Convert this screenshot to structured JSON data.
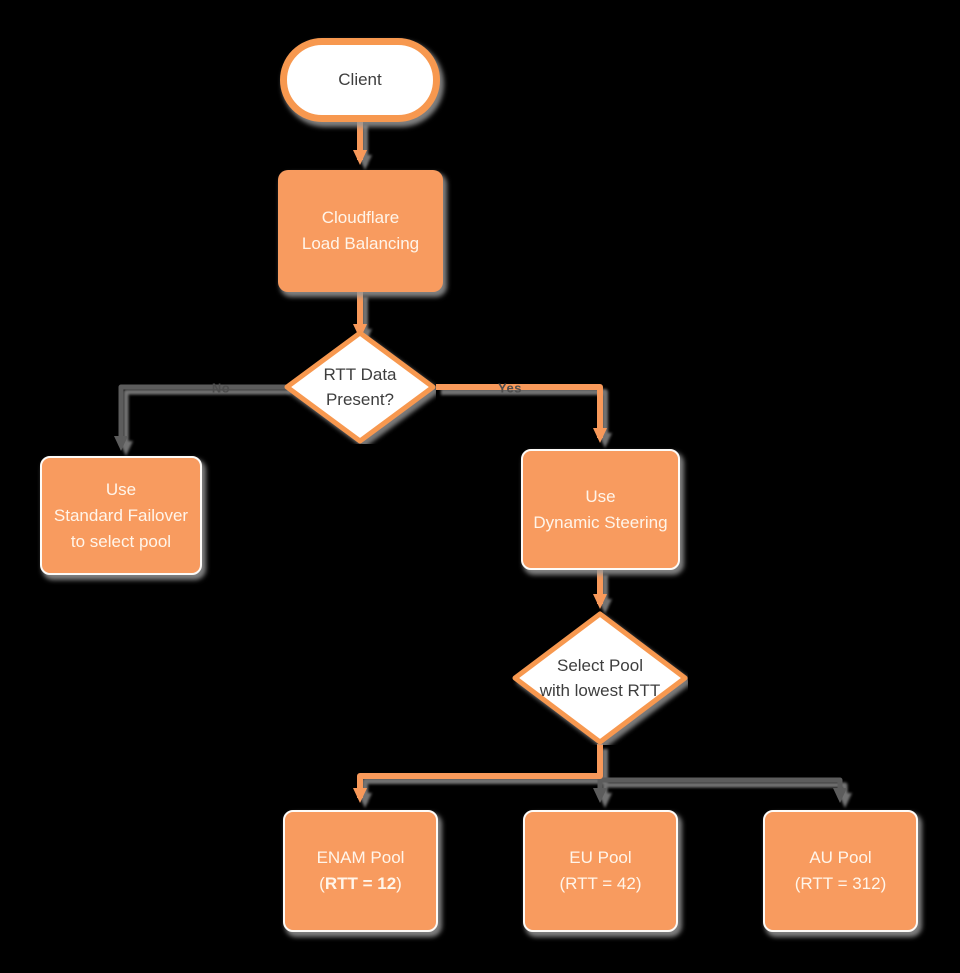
{
  "diagram": {
    "title": "Cloudflare Load Balancing flowchart",
    "colors": {
      "background": "#000000",
      "orange_fill": "#F89B5F",
      "orange_stroke": "#F7984F",
      "gray_connector": "#5B5B5B",
      "shadow_gray": "#8F8F8F",
      "text_on_orange": "#FFF5EA",
      "text_dark": "#3E3E3E",
      "edge_label_gray": "#4D4D4D"
    }
  },
  "nodes": {
    "client": {
      "label": "Client"
    },
    "cloudflare": {
      "lines": [
        "Cloudflare",
        "Load Balancing"
      ]
    },
    "rtt_decision": {
      "lines": [
        "RTT Data",
        "Present?"
      ]
    },
    "standard_failover": {
      "lines": [
        "Use",
        "Standard Failover",
        "to select pool"
      ]
    },
    "dynamic_steering": {
      "lines": [
        "Use",
        "Dynamic Steering"
      ]
    },
    "select_pool": {
      "lines": [
        "Select Pool",
        "with lowest RTT"
      ]
    },
    "enam_pool": {
      "line1": "ENAM Pool",
      "rtt_open": "(",
      "rtt_bold": "RTT = 12",
      "rtt_close": ")"
    },
    "eu_pool": {
      "lines": [
        "EU Pool",
        "(RTT = 42)"
      ]
    },
    "au_pool": {
      "lines": [
        "AU Pool",
        "(RTT = 312)"
      ]
    }
  },
  "edge_labels": {
    "no": "No",
    "yes": "Yes"
  }
}
